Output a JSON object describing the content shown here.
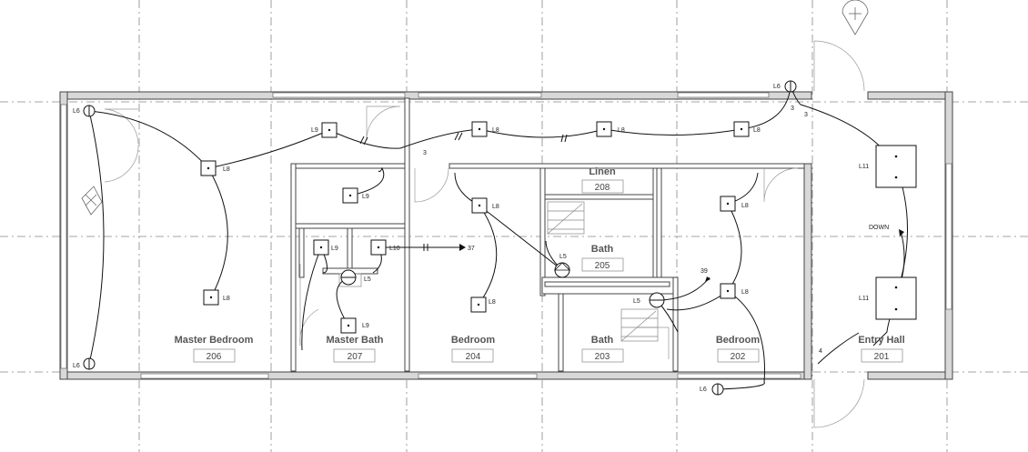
{
  "rooms": [
    {
      "name": "Master Bedroom",
      "number": "206"
    },
    {
      "name": "Master Bath",
      "number": "207"
    },
    {
      "name": "Bedroom",
      "number": "204"
    },
    {
      "name": "Bath",
      "number": "203"
    },
    {
      "name": "Bedroom",
      "number": "202"
    },
    {
      "name": "Entry Hall",
      "number": "201"
    },
    {
      "name": "Bath",
      "number": "205"
    },
    {
      "name": "Linen",
      "number": "208"
    }
  ],
  "fixture_tags": {
    "l5": "L5",
    "l6": "L6",
    "l8": "L8",
    "l9": "L9",
    "l10": "L10",
    "l11": "L11"
  },
  "circuit_labels": {
    "c3": "3",
    "c37": "37",
    "c39": "39",
    "c4": "4"
  },
  "stair_label": "DOWN"
}
